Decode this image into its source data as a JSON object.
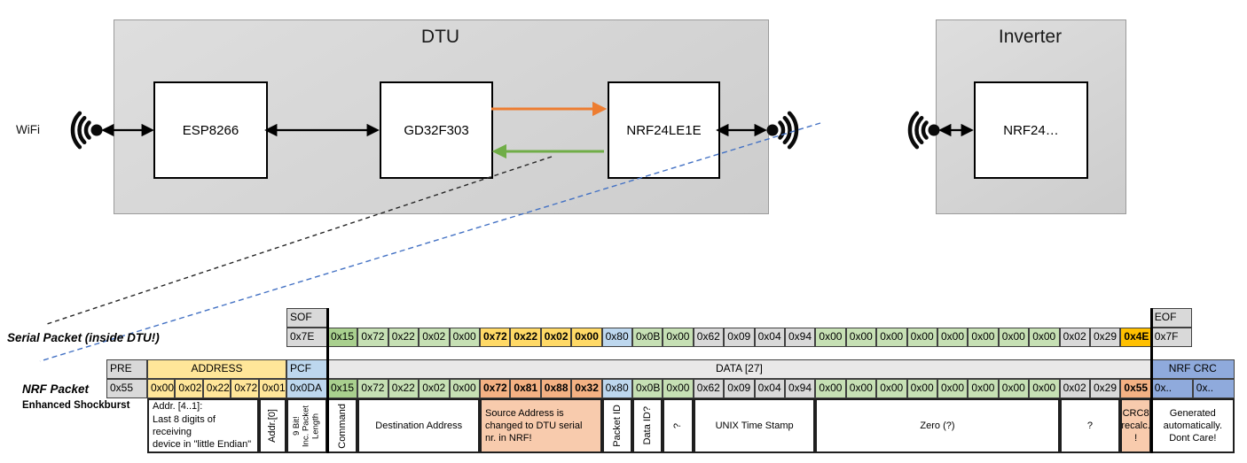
{
  "diagram": {
    "wifi_label": "WiFi",
    "dtu": {
      "title": "DTU",
      "components": [
        "ESP8266",
        "GD32F303",
        "NRF24LE1E"
      ]
    },
    "inverter": {
      "title": "Inverter",
      "components": [
        "NRF24…"
      ]
    }
  },
  "palette": {
    "gray": "#D9D9D9",
    "lightgray": "#E9E8E8",
    "yellow": "#FFE699",
    "gold": "#FFD966",
    "amber": "#FFC000",
    "blue": "#BDD7EE",
    "bluedark": "#8FAADC",
    "green": "#C6E0B4",
    "greenmed": "#A9D08E",
    "salmon": "#F4B183",
    "salmonlight": "#F8CBAD",
    "orange_arrow": "#ED7D31",
    "green_arrow": "#70AD47",
    "callout_blue": "#4472C4"
  },
  "packets": {
    "serial": {
      "label": "Serial Packet (inside DTU!)",
      "sof": {
        "header": "SOF",
        "value": "0x7E"
      },
      "eof": {
        "header": "EOF",
        "value": "0x7F"
      },
      "data": [
        {
          "v": "0x15",
          "c": "greenmed"
        },
        {
          "v": "0x72",
          "c": "green"
        },
        {
          "v": "0x22",
          "c": "green"
        },
        {
          "v": "0x02",
          "c": "green"
        },
        {
          "v": "0x00",
          "c": "green"
        },
        {
          "v": "0x72",
          "c": "gold",
          "b": true
        },
        {
          "v": "0x22",
          "c": "gold",
          "b": true
        },
        {
          "v": "0x02",
          "c": "gold",
          "b": true
        },
        {
          "v": "0x00",
          "c": "gold",
          "b": true
        },
        {
          "v": "0x80",
          "c": "blue"
        },
        {
          "v": "0x0B",
          "c": "green"
        },
        {
          "v": "0x00",
          "c": "green"
        },
        {
          "v": "0x62",
          "c": "gray"
        },
        {
          "v": "0x09",
          "c": "gray"
        },
        {
          "v": "0x04",
          "c": "gray"
        },
        {
          "v": "0x94",
          "c": "gray"
        },
        {
          "v": "0x00",
          "c": "green"
        },
        {
          "v": "0x00",
          "c": "green"
        },
        {
          "v": "0x00",
          "c": "green"
        },
        {
          "v": "0x00",
          "c": "green"
        },
        {
          "v": "0x00",
          "c": "green"
        },
        {
          "v": "0x00",
          "c": "green"
        },
        {
          "v": "0x00",
          "c": "green"
        },
        {
          "v": "0x00",
          "c": "green"
        },
        {
          "v": "0x02",
          "c": "gray"
        },
        {
          "v": "0x29",
          "c": "gray"
        },
        {
          "v": "0x4E",
          "c": "amber",
          "b": true
        }
      ]
    },
    "nrf": {
      "label": "NRF Packet",
      "sublabel": "Enhanced Shockburst",
      "pre": {
        "header": "PRE",
        "value": "0x55"
      },
      "address": {
        "header": "ADDRESS",
        "values": [
          "0x00",
          "0x02",
          "0x22",
          "0x72",
          "0x01"
        ]
      },
      "pcf": {
        "header": "PCF",
        "value": "0x0DA"
      },
      "data_header": "DATA [27]",
      "data": [
        {
          "v": "0x15",
          "c": "greenmed"
        },
        {
          "v": "0x72",
          "c": "green"
        },
        {
          "v": "0x22",
          "c": "green"
        },
        {
          "v": "0x02",
          "c": "green"
        },
        {
          "v": "0x00",
          "c": "green"
        },
        {
          "v": "0x72",
          "c": "salmon",
          "b": true
        },
        {
          "v": "0x81",
          "c": "salmon",
          "b": true
        },
        {
          "v": "0x88",
          "c": "salmon",
          "b": true
        },
        {
          "v": "0x32",
          "c": "salmon",
          "b": true
        },
        {
          "v": "0x80",
          "c": "blue"
        },
        {
          "v": "0x0B",
          "c": "green"
        },
        {
          "v": "0x00",
          "c": "green"
        },
        {
          "v": "0x62",
          "c": "gray"
        },
        {
          "v": "0x09",
          "c": "gray"
        },
        {
          "v": "0x04",
          "c": "gray"
        },
        {
          "v": "0x94",
          "c": "gray"
        },
        {
          "v": "0x00",
          "c": "green"
        },
        {
          "v": "0x00",
          "c": "green"
        },
        {
          "v": "0x00",
          "c": "green"
        },
        {
          "v": "0x00",
          "c": "green"
        },
        {
          "v": "0x00",
          "c": "green"
        },
        {
          "v": "0x00",
          "c": "green"
        },
        {
          "v": "0x00",
          "c": "green"
        },
        {
          "v": "0x00",
          "c": "green"
        },
        {
          "v": "0x02",
          "c": "gray"
        },
        {
          "v": "0x29",
          "c": "gray"
        },
        {
          "v": "0x55",
          "c": "salmon",
          "b": true
        }
      ],
      "crc": {
        "header": "NRF CRC",
        "values": [
          "0x..",
          "0x.."
        ]
      }
    },
    "annotations": [
      {
        "text": "Addr. [4..1]:\nLast 8 digits of receiving\ndevice in \"little Endian\""
      },
      {
        "text": "Addr.[0]"
      },
      {
        "text": "9 Bit!\nInc. Packet\nLength"
      },
      {
        "text": "Command"
      },
      {
        "text": "Destination Address"
      },
      {
        "text": "Source Address is\nchanged to DTU serial\nnr. in NRF!",
        "bg": "salmonlight"
      },
      {
        "text": "Packet ID"
      },
      {
        "text": "Data ID?"
      },
      {
        "text": "?"
      },
      {
        "text": "UNIX Time Stamp"
      },
      {
        "text": "Zero (?)"
      },
      {
        "text": "?"
      },
      {
        "text": "CRC8\nrecalc.\n!",
        "bg": "salmonlight"
      },
      {
        "text": "Generated\nautomatically.\nDont Care!"
      }
    ]
  }
}
